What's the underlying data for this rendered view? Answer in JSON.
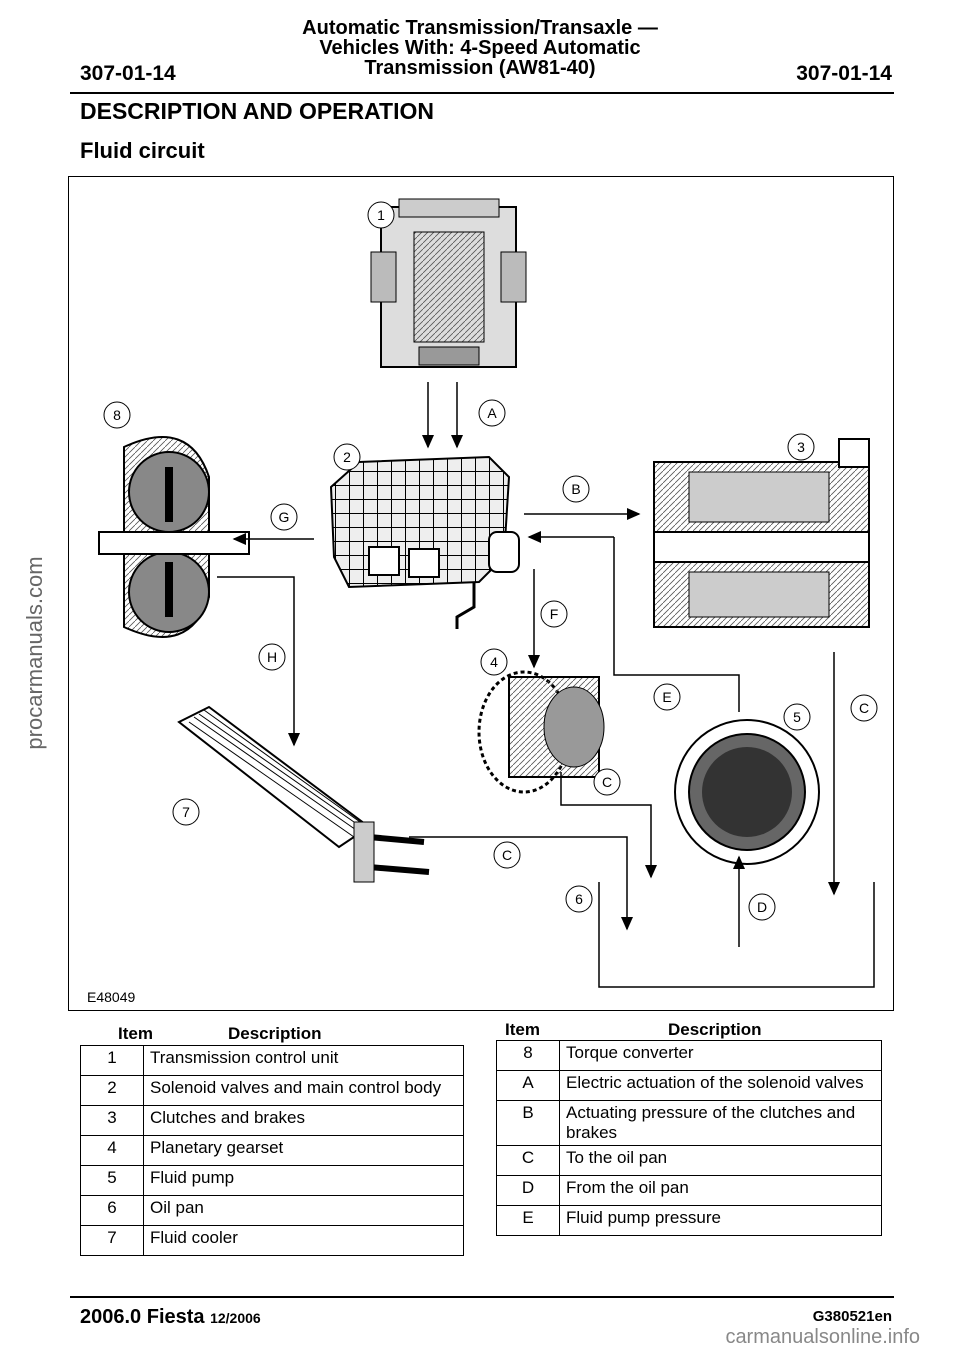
{
  "header": {
    "title_lines": [
      "Automatic Transmission/Transaxle —",
      "Vehicles With: 4-Speed Automatic",
      "Transmission (AW81-40)"
    ],
    "code_left": "307-01-14",
    "code_right": "307-01-14"
  },
  "section_title": "DESCRIPTION AND OPERATION",
  "subsection_title": "Fluid circuit",
  "figure": {
    "id": "E48049",
    "callouts": [
      "1",
      "2",
      "3",
      "4",
      "5",
      "6",
      "7",
      "8",
      "A",
      "B",
      "C",
      "D",
      "E",
      "F",
      "G",
      "H"
    ]
  },
  "table_left": {
    "col_item": "Item",
    "col_desc": "Description",
    "rows": [
      {
        "item": "1",
        "desc": "Transmission control unit"
      },
      {
        "item": "2",
        "desc": "Solenoid valves and main control body"
      },
      {
        "item": "3",
        "desc": "Clutches and brakes"
      },
      {
        "item": "4",
        "desc": "Planetary gearset"
      },
      {
        "item": "5",
        "desc": "Fluid pump"
      },
      {
        "item": "6",
        "desc": "Oil pan"
      },
      {
        "item": "7",
        "desc": "Fluid cooler"
      }
    ]
  },
  "table_right": {
    "col_item": "Item",
    "col_desc": "Description",
    "rows": [
      {
        "item": "8",
        "desc": "Torque converter"
      },
      {
        "item": "A",
        "desc": "Electric actuation of the solenoid valves"
      },
      {
        "item": "B",
        "desc": "Actuating pressure of the clutches and brakes"
      },
      {
        "item": "C",
        "desc": "To the oil pan"
      },
      {
        "item": "D",
        "desc": "From the oil pan"
      },
      {
        "item": "E",
        "desc": "Fluid pump pressure"
      }
    ]
  },
  "footer": {
    "model": "2006.0 Fiesta",
    "date": "12/2006",
    "doc_code": "G380521en"
  },
  "watermarks": {
    "side": "procarmanuals.com",
    "bottom": "carmanualsonline.info"
  }
}
